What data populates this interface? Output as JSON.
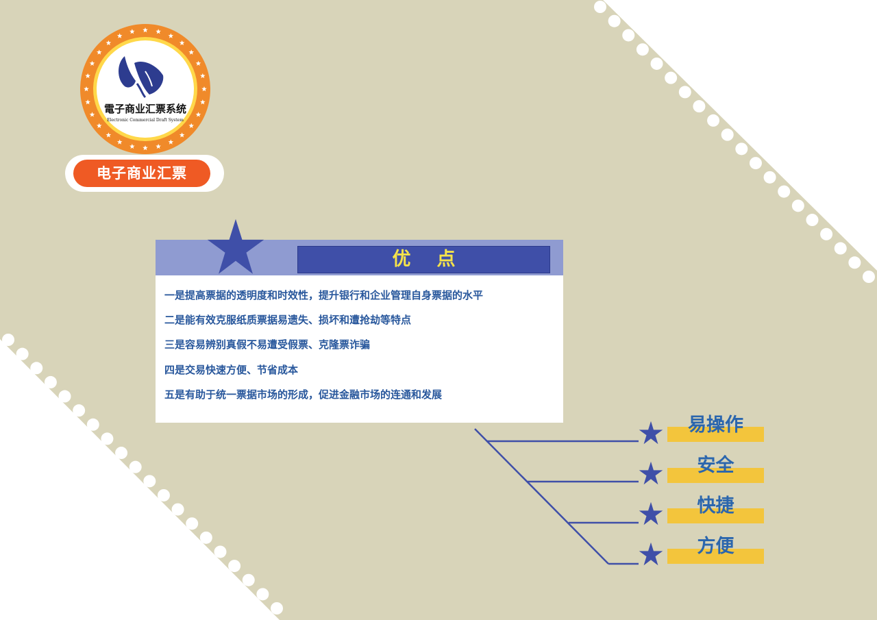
{
  "colors": {
    "background": "#d8d4b9",
    "white": "#ffffff",
    "logo_ring": "#f08a2a",
    "logo_pill": "#ef5a24",
    "panel_header": "#8f9bd1",
    "title_box": "#3f4fa8",
    "title_text": "#f6e34a",
    "body_text": "#28579c",
    "star": "#3f4fa8",
    "feature_bar": "#f3c53c",
    "feature_text": "#2b66ad"
  },
  "logo": {
    "icon": "butterfly-logo-icon",
    "seal_text": "電子商业汇票系统",
    "seal_subtitle": "Electronic Commercial Draft System",
    "pill_label": "电子商业汇票"
  },
  "advantages": {
    "title": "优点",
    "lines": [
      "一是提高票据的透明度和时效性，提升银行和企业管理自身票据的水平",
      "二是能有效克服纸质票据易遗失、损坏和遭抢劫等特点",
      "三是容易辨别真假不易遭受假票、克隆票诈骗",
      "四是交易快速方便、节省成本",
      "五是有助于统一票据市场的形成，促进金融市场的连通和发展"
    ]
  },
  "features": [
    "易操作",
    "安全",
    "快捷",
    "方便"
  ]
}
